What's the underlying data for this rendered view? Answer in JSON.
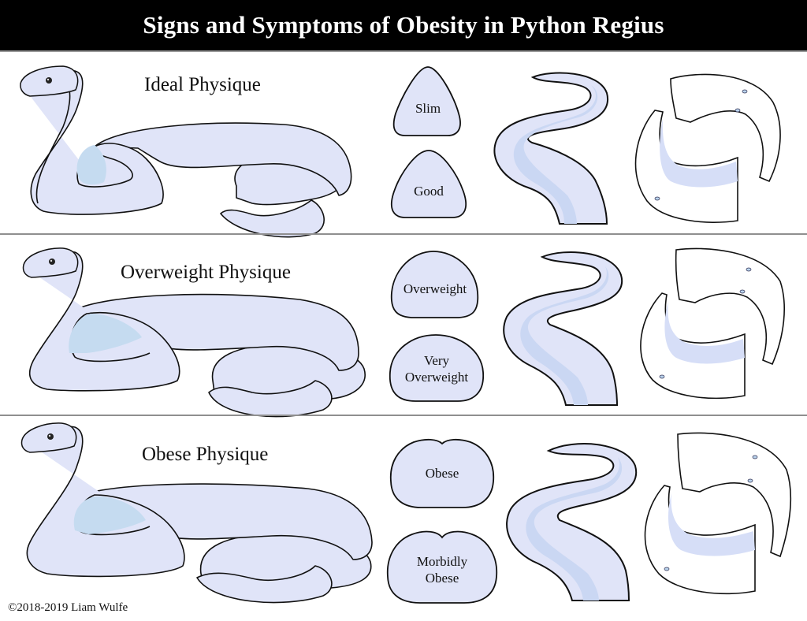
{
  "title": "Signs and Symptoms of Obesity in Python Regius",
  "colors": {
    "title_background": "#000000",
    "title_text": "#ffffff",
    "body_fill": "#e0e4f8",
    "shade_fill": "#c8d6f2",
    "belly_fill": "#c5dbf0",
    "outline": "#111111",
    "divider": "#8f8f8f"
  },
  "rows": [
    {
      "physique_label": "Ideal Physique",
      "cross_sections": [
        {
          "label": "Slim"
        },
        {
          "label": "Good"
        }
      ]
    },
    {
      "physique_label": "Overweight Physique",
      "cross_sections": [
        {
          "label": "Overweight"
        },
        {
          "label": "Very Overweight",
          "lines": [
            "Very",
            "Overweight"
          ]
        }
      ]
    },
    {
      "physique_label": "Obese Physique",
      "cross_sections": [
        {
          "label": "Obese"
        },
        {
          "label": "Morbidly Obese",
          "lines": [
            "Morbidly",
            "Obese"
          ]
        }
      ]
    }
  ],
  "copyright": "©2018-2019 Liam Wulfe"
}
